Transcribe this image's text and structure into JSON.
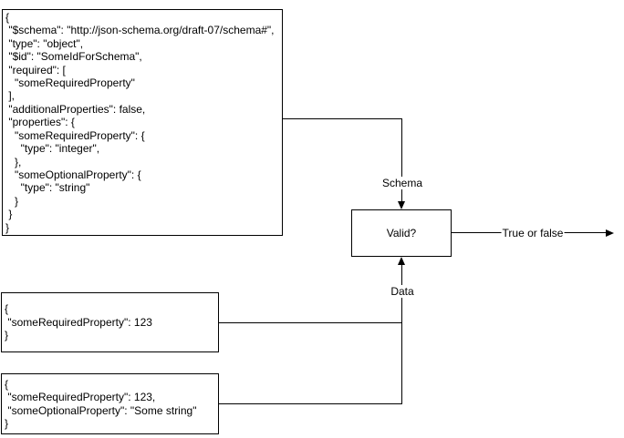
{
  "canvas": {
    "background_color": "#ffffff",
    "stroke_color": "#000000"
  },
  "nodes": {
    "schema": {
      "code": "{\n \"$schema\": \"http://json-schema.org/draft-07/schema#\",\n \"type\": \"object\",\n \"$id\": \"SomeIdForSchema\",\n \"required\": [\n   \"someRequiredProperty\"\n ],\n \"additionalProperties\": false,\n \"properties\": {\n   \"someRequiredProperty\": {\n     \"type\": \"integer\",\n   },\n   \"someOptionalProperty\": {\n     \"type\": \"string\"\n   }\n }\n}"
    },
    "data_sample_1": {
      "code": "{\n \"someRequiredProperty\": 123\n}"
    },
    "data_sample_2": {
      "code": "{\n \"someRequiredProperty\": 123,\n \"someOptionalProperty\": \"Some string\"\n}"
    },
    "validator": {
      "label": "Valid?"
    }
  },
  "edges": {
    "schema_edge": {
      "label": "Schema"
    },
    "data_edge": {
      "label": "Data"
    },
    "result_edge": {
      "label": "True or false"
    }
  }
}
